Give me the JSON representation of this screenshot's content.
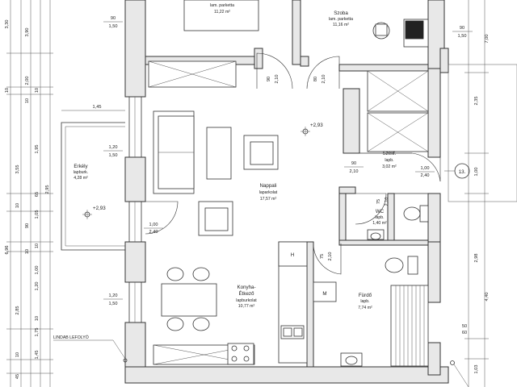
{
  "rooms": {
    "top_left": {
      "floor": "lam. parketta",
      "area": "11,22 m²"
    },
    "szoba": {
      "name": "Szoba",
      "floor": "lam. parketta",
      "area": "11,16 m²"
    },
    "erkely": {
      "name": "Erkély",
      "floor": "lapburk.",
      "area": "4,28 m²"
    },
    "nappali": {
      "name": "Nappali",
      "floor": "laparkolat",
      "area": "17,57 m²"
    },
    "szelif": {
      "name": "Szélif.",
      "floor": "lapb.",
      "area": "3,02 m²"
    },
    "wc": {
      "name": "WC",
      "floor": "lapb.",
      "area": "1,40 m²"
    },
    "konyha": {
      "name": "Konyha-",
      "name2": "Étkező",
      "floor": "lapburkolat",
      "area": "10,77 m²"
    },
    "furdo": {
      "name": "Fürdő",
      "floor": "lapb.",
      "area": "7,74 m²"
    }
  },
  "levels": {
    "nappali": "+2,93",
    "erkely": "+2,93"
  },
  "marks": {
    "h": "H",
    "m": "M",
    "section": "13."
  },
  "annotation": {
    "chimney": "LINDAB LEFOLYÓ"
  },
  "openings": {
    "w1": {
      "top": "90",
      "bottom": "1,50"
    },
    "w2": {
      "top": "90",
      "bottom": "1,50"
    },
    "w3": {
      "top": "1,20",
      "bottom": "1,50"
    },
    "w4": {
      "top": "1,00",
      "bottom": "2,40"
    },
    "w5": {
      "top": "1,20",
      "bottom": "1,50"
    },
    "d1": {
      "top": "90",
      "bottom": "2,10"
    },
    "d2": {
      "top": "80",
      "bottom": "2,10"
    },
    "d3": {
      "top": "90",
      "bottom": "2,10"
    },
    "d4": {
      "top": "1,00",
      "bottom": "2,40"
    },
    "d5": {
      "top": "75",
      "bottom": "2,10"
    },
    "d6": {
      "top": "75",
      "bottom": "2,10"
    },
    "w6": {
      "top": "50",
      "bottom": "60"
    }
  },
  "dims": {
    "left_outer": [
      "3,30",
      "10",
      "2,00",
      "10",
      "3,55",
      "10",
      "90",
      "10",
      "2,85",
      "10",
      "45"
    ],
    "left_inner": [
      "3,90",
      "10",
      "1,95",
      "65",
      "1,05",
      "10",
      "1,00",
      "1,20",
      "10",
      "1,75",
      "1,45"
    ],
    "left_total": [
      "6,96",
      "2,95"
    ],
    "right": [
      "7,00",
      "2,35",
      "1,00",
      "2,98",
      "4,40",
      "1,03"
    ],
    "top_balcony": "1,45"
  },
  "icons": [
    "compass-icon",
    "level-mark-icon"
  ]
}
